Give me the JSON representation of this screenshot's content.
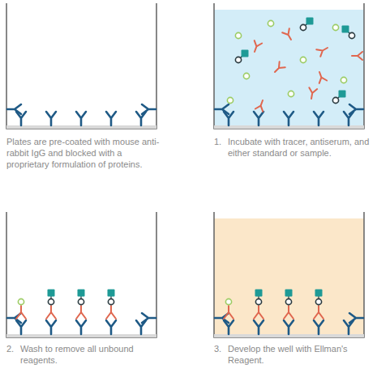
{
  "diagram": {
    "labels": [
      "Plates are pre-coated with mouse anti-rabbit IgG and blocked with a proprietary formulation of proteins.",
      "1.",
      "Incubate with tracer, antiserum, and either standard or sample.",
      "2.",
      "Wash to remove all unbound reagents.",
      "3.",
      "Develop the well with Ellman's Reagent."
    ]
  }
}
